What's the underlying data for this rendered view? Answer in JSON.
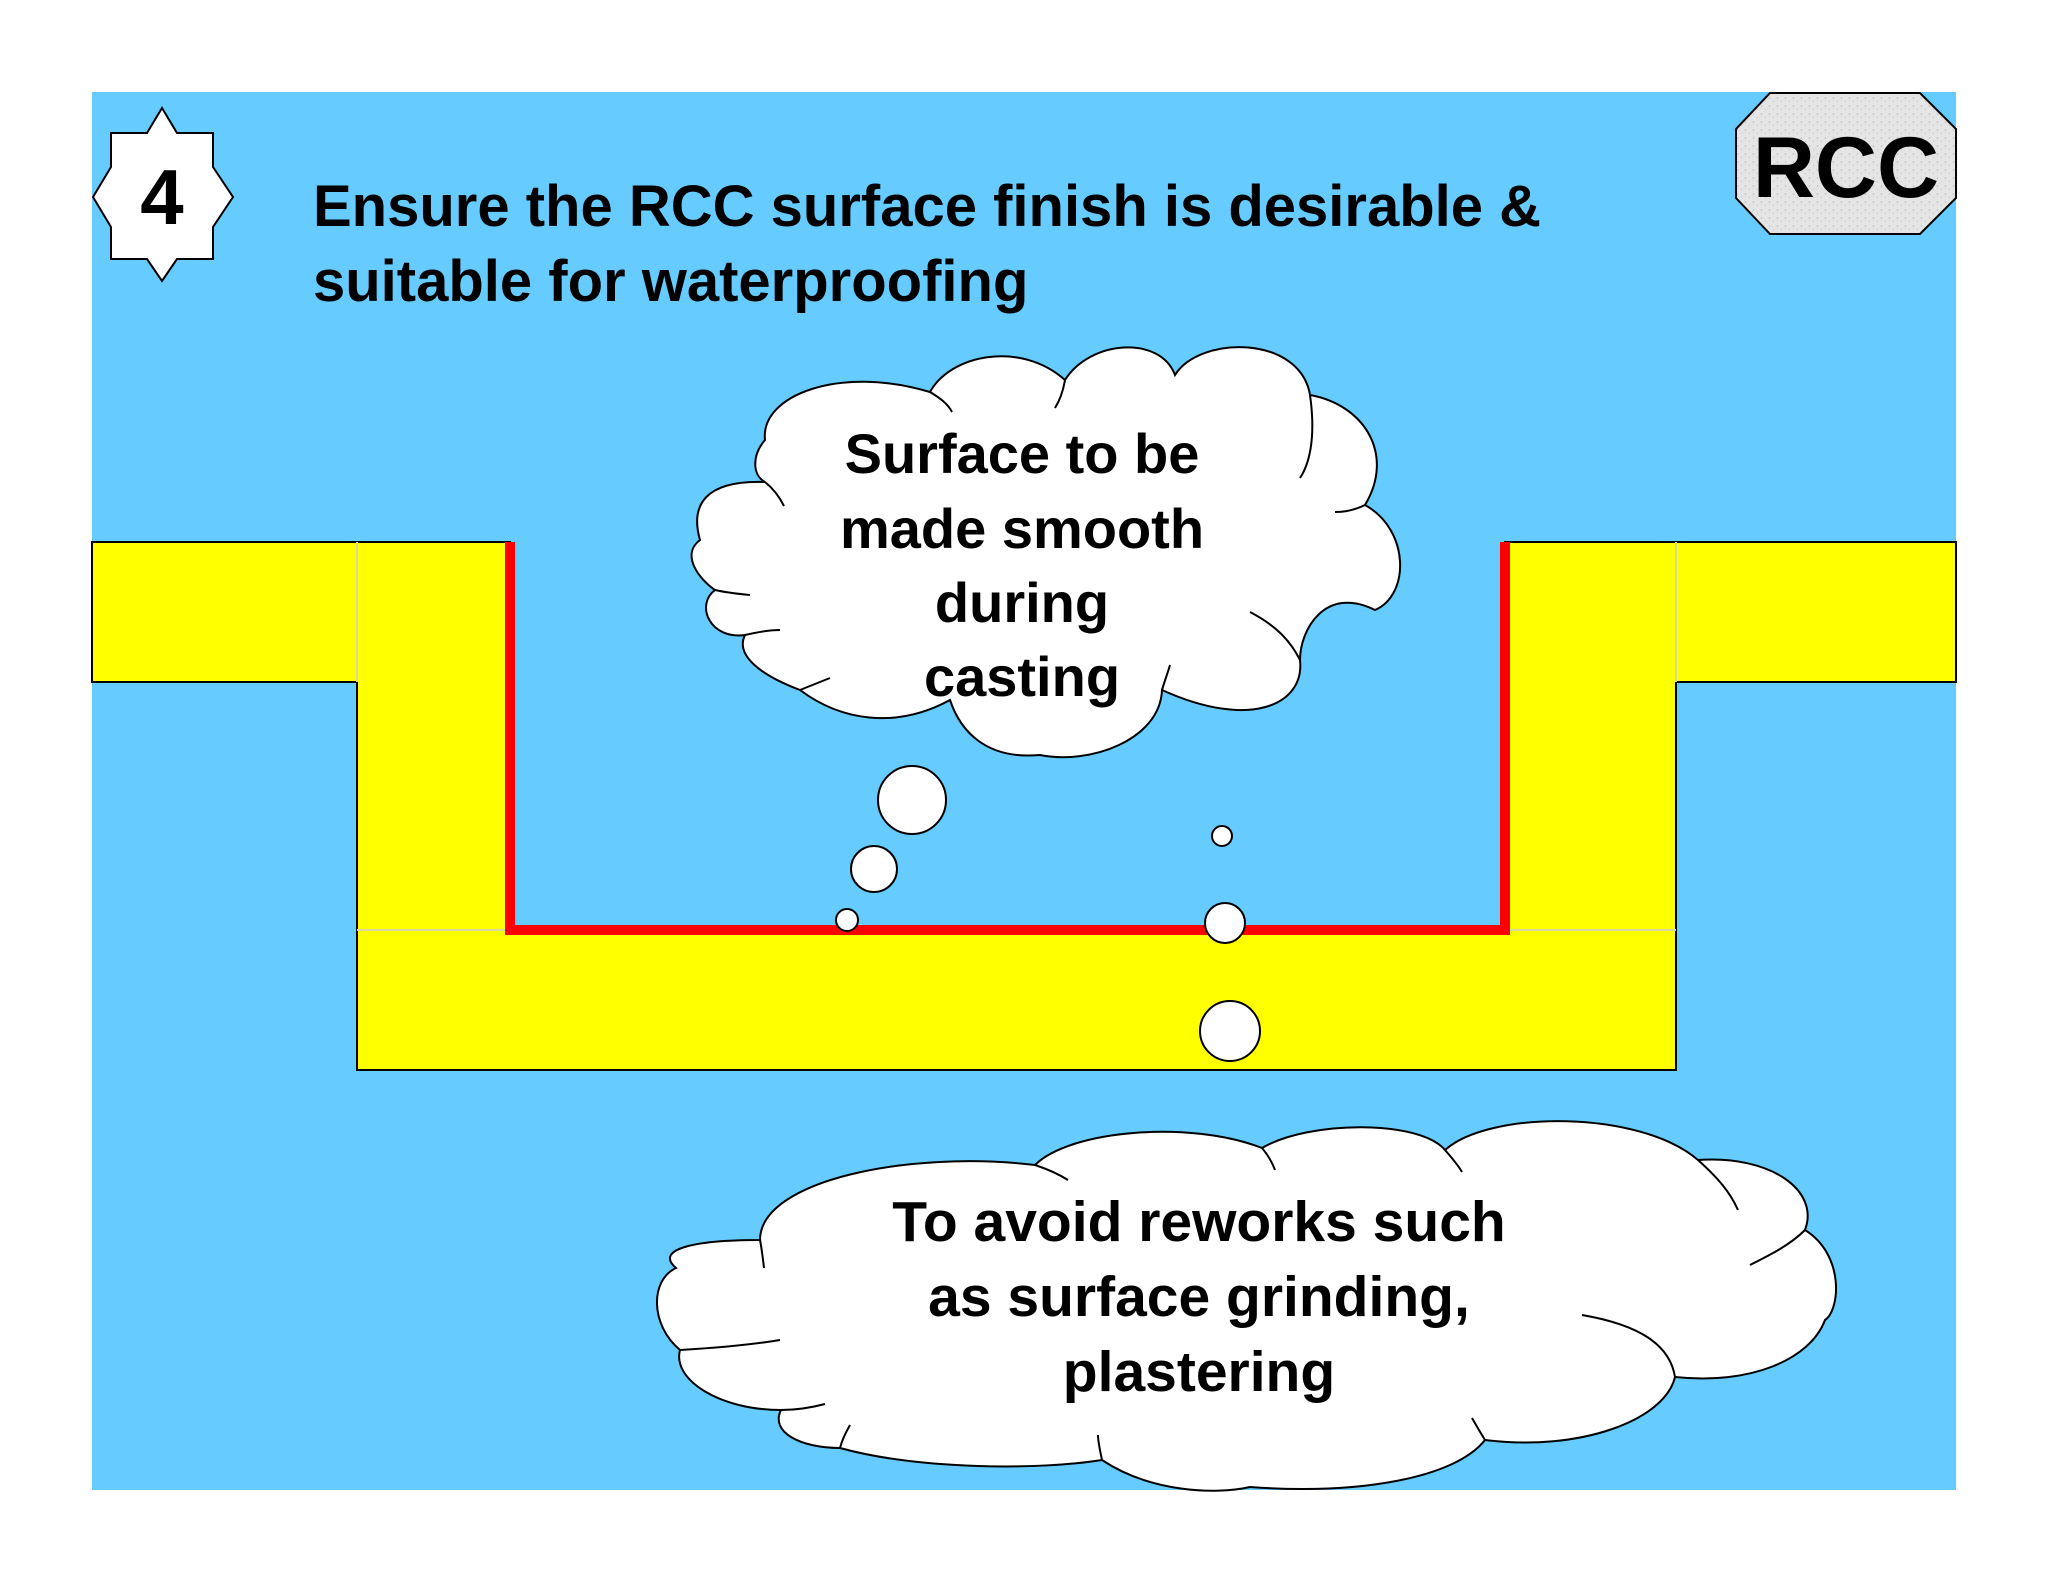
{
  "step_badge": {
    "number": "4"
  },
  "rcc_badge": {
    "label": "RCC"
  },
  "title": {
    "line1": "Ensure the RCC surface finish is desirable &",
    "line2": "suitable for waterproofing"
  },
  "cloud_top": {
    "lines": [
      "Surface to be",
      "made smooth",
      "during",
      "casting"
    ]
  },
  "cloud_bottom": {
    "lines": [
      "To avoid reworks such",
      "as surface grinding,",
      "plastering"
    ]
  },
  "colors": {
    "background": "#66CCFF",
    "concrete": "#FFFF00",
    "finish_line": "#FF0000",
    "cloud_fill": "#FFFFFF",
    "badge_fill": "#E6E6E6"
  }
}
